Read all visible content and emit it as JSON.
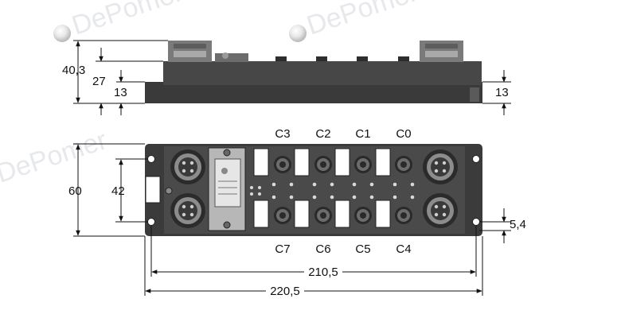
{
  "drawing": {
    "side_view_dimensions": {
      "total_height": "40,3",
      "body_height": "27",
      "base_height_left": "13",
      "base_height_right": "13"
    },
    "front_view_dimensions": {
      "height": "60",
      "hole_spacing_vertical": "42",
      "hole_offset": "5,4",
      "hole_spacing_horizontal": "210,5",
      "total_width": "220,5"
    },
    "port_labels_top": [
      "C3",
      "C2",
      "C1",
      "C0"
    ],
    "port_labels_bottom": [
      "C7",
      "C6",
      "C5",
      "C4"
    ],
    "watermark": "DePomer"
  }
}
